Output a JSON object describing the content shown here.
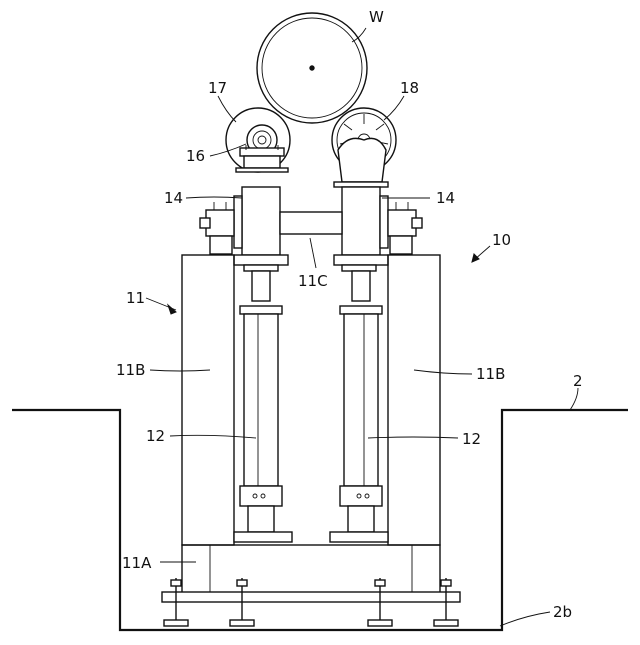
{
  "labels": {
    "w": "W",
    "n17": "17",
    "n18": "18",
    "n16": "16",
    "n14_left": "14",
    "n14_right": "14",
    "n10": "10",
    "n11": "11",
    "n11c": "11C",
    "n11b_left": "11B",
    "n11b_right": "11B",
    "n2": "2",
    "n12_left": "12",
    "n12_right": "12",
    "n11a": "11A",
    "n2b": "2b"
  }
}
